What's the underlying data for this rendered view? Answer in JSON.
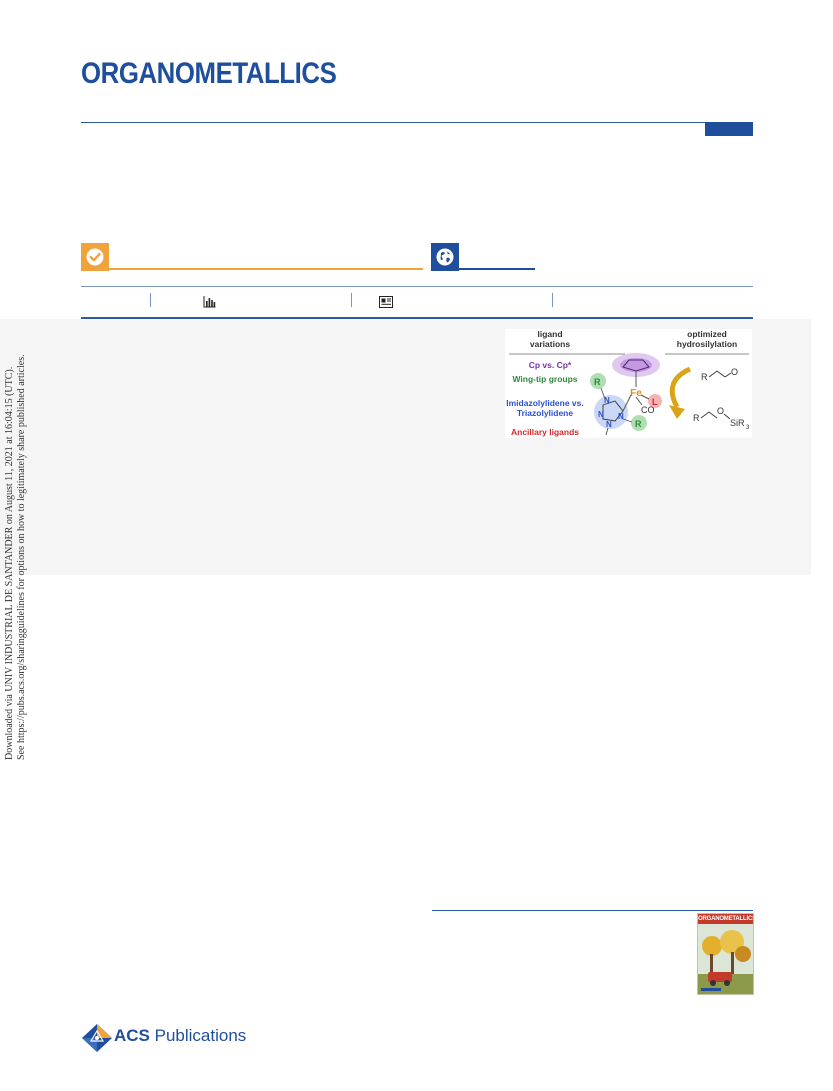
{
  "header": {
    "journal_name": "ORGANOMETALLICS",
    "brand_color": "#1f4f9c"
  },
  "badges": [
    {
      "name": "open-access",
      "icon": "check-circle-icon",
      "color": "#f0a23c"
    },
    {
      "name": "acs-authorchoice",
      "icon": "globe-icon",
      "color": "#1f4f9c"
    }
  ],
  "metrics_bar": {
    "icons": [
      "bar-chart-icon",
      "article-recommendations-icon"
    ]
  },
  "toc_graphic": {
    "left_heading_line1": "ligand",
    "left_heading_line2": "variations",
    "right_heading_line1": "optimized",
    "right_heading_line2": "hydrosilylation",
    "variation_1": "Cp vs. Cp*",
    "variation_2": "Wing-tip groups",
    "variation_3_line1": "Imidazolylidene vs.",
    "variation_3_line2": "Triazolylidene",
    "variation_4": "Ancillary ligands",
    "color_1": "#7a2fa8",
    "color_2": "#2f8a3a",
    "color_3": "#2a4fd0",
    "color_4": "#d6282a",
    "metal": "Fe",
    "carbonyl": "CO",
    "ancillary": "L",
    "r_group": "R",
    "nitrogen": "N",
    "product_o": "O",
    "product_silyl": "SiR",
    "product_silyl_subscript": "3"
  },
  "side_note": {
    "line1": "Downloaded via UNIV INDUSTRIAL DE SANTANDER on August 11, 2021 at 16:04:15 (UTC).",
    "line2": "See https://pubs.acs.org/sharingguidelines for options on how to legitimately share published articles."
  },
  "cover": {
    "title": "ORGANOMETALLICS"
  },
  "footer": {
    "publisher_bold": "ACS",
    "publisher_rest": " Publications"
  }
}
